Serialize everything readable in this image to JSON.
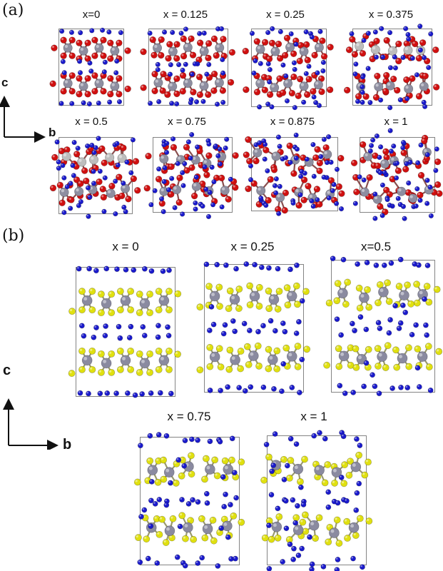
{
  "panels": [
    {
      "label": "(a)",
      "axis": {
        "vertical": "c",
        "horizontal": "b"
      },
      "structures": [
        {
          "label": "x=0",
          "x": 0
        },
        {
          "label": "x =  0.125",
          "x": 0.125
        },
        {
          "label": "x = 0.25",
          "x": 0.25
        },
        {
          "label": "x = 0.375",
          "x": 0.375
        },
        {
          "label": "x = 0.5",
          "x": 0.5
        },
        {
          "label": "x = 0.75",
          "x": 0.75
        },
        {
          "label": "x = 0.875",
          "x": 0.875
        },
        {
          "label": "x = 1",
          "x": 1
        }
      ],
      "colors": {
        "metal": "#8e8ea0",
        "metal_light": "#bdbdbd",
        "anion": "#d01010",
        "intercalant": "#1a1acc"
      }
    },
    {
      "label": "(b)",
      "axis": {
        "vertical": "c",
        "horizontal": "b"
      },
      "structures": [
        {
          "label": "x = 0",
          "x": 0
        },
        {
          "label": "x = 0.25",
          "x": 0.25
        },
        {
          "label": "x=0.5",
          "x": 0.5
        },
        {
          "label": "x = 0.75",
          "x": 0.75
        },
        {
          "label": "x = 1",
          "x": 1
        }
      ],
      "colors": {
        "metal": "#8a8aa0",
        "anion": "#e0e010",
        "intercalant": "#1a1acc"
      }
    }
  ]
}
